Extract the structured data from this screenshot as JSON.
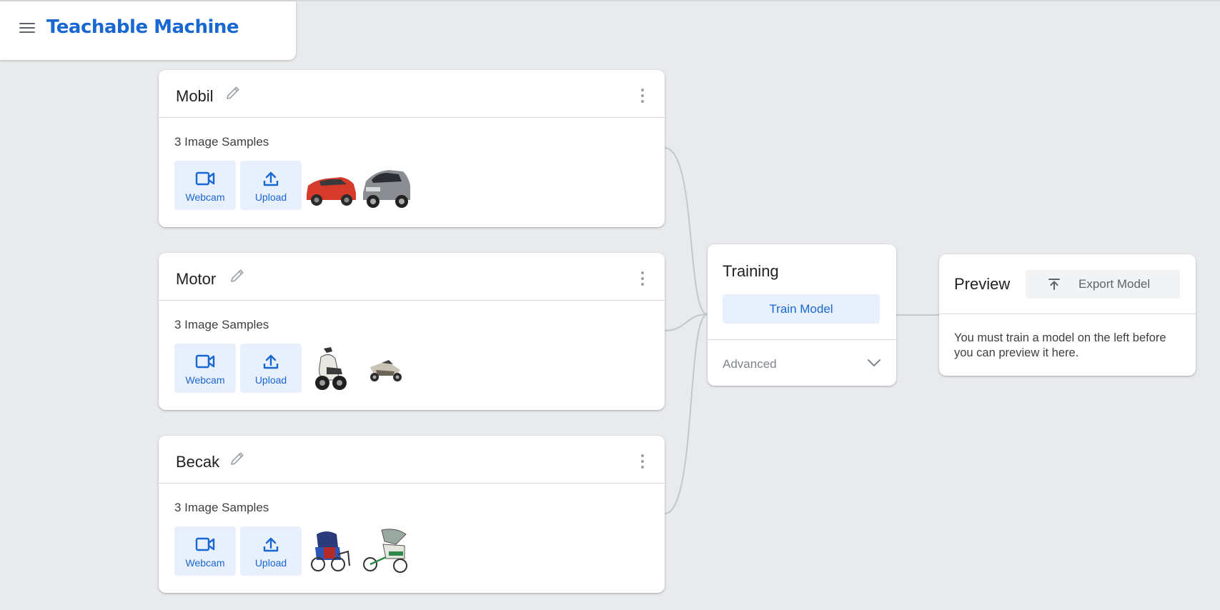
{
  "header": {
    "title": "Teachable Machine",
    "menu_icon": "menu-icon"
  },
  "classes": [
    {
      "name": "Mobil",
      "samples_label": "3 Image Samples",
      "webcam_label": "Webcam",
      "upload_label": "Upload"
    },
    {
      "name": "Motor",
      "samples_label": "3 Image Samples",
      "webcam_label": "Webcam",
      "upload_label": "Upload"
    },
    {
      "name": "Becak",
      "samples_label": "3 Image Samples",
      "webcam_label": "Webcam",
      "upload_label": "Upload"
    }
  ],
  "training": {
    "title": "Training",
    "train_button_label": "Train Model",
    "advanced_label": "Advanced"
  },
  "preview": {
    "title": "Preview",
    "export_button_label": "Export Model",
    "message": "You must train a model on the left before you can preview it here."
  },
  "colors": {
    "accent": "#1967d2",
    "button_bg": "#e8f0fe",
    "background": "#e8eaed"
  }
}
